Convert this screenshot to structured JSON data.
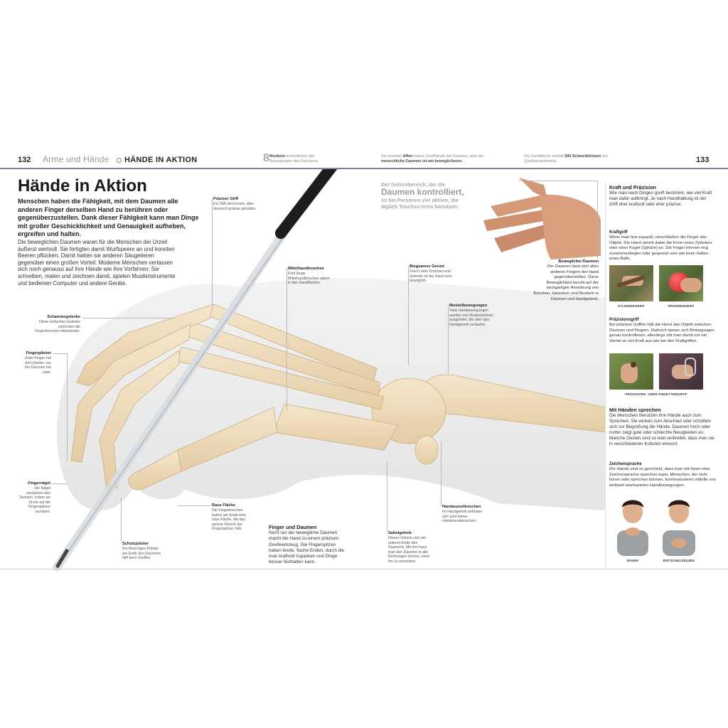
{
  "header": {
    "page_left": "132",
    "category": "Arme und Hände",
    "section": "HÄNDE IN AKTION",
    "page_right": "133",
    "fact1_num": "8",
    "fact1_text_b": "Muskeln",
    "fact1_text": " kontrollieren alle Bewegungen des Daumens.",
    "fact2_a": "Die meisten ",
    "fact2_b": "Affen",
    "fact2_c": " haben Greifhände mit Daumen, aber der ",
    "fact2_d": "menschliche Daumen ist am beweglichsten.",
    "fact3_a": "Die Handfläche enthält ",
    "fact3_b": "500 Schweißdrüsen",
    "fact3_c": " pro Quadratzentimeter."
  },
  "main": {
    "title": "Hände in Aktion",
    "lead": "Menschen haben die Fähigkeit, mit dem Daumen alle anderen Finger derselben Hand zu berühren oder gegenüberzustellen. Dank dieser Fähigkeit kann man Dinge mit großer Geschicklichkeit und Genauigkeit aufheben, ergreifen und halten.",
    "body": "Die beweglichen Daumen waren für die Menschen der Urzeit äußerst wertvoll. Sie fertigten damit Wurfspeere an und konnten Beeren pflücken. Damit hatten sie anderen Säugetieren gegenüber einen großen Vorteil. Moderne Menschen verlassen sich noch genauso auf ihre Hände wie ihre Vorfahren: Sie schreiben, malen und zeichnen damit, spielen Musikinstrumente und bedienen Computer und andere Geräte.",
    "quote_a": "Der Gehirnbereich, der die",
    "quote_big": "Daumen kontrolliert,",
    "quote_b": "ist bei Personen viel aktiver, die täglich Touchscreens benutzen."
  },
  "labels": {
    "praeziser_griff": {
      "h": "Präziser Griff",
      "t": "Ein Stift wird locker, aber dennoch präzise gehalten."
    },
    "mittelhand": {
      "h": "Mittelhandknochen",
      "t": "Fünf lange Mittelhandknochen sitzen in den Handflächen."
    },
    "scharnier": {
      "h": "Scharniergelenke",
      "t": "Diese einfachen Gelenke verbinden die Fingerknochen miteinander."
    },
    "fingerglieder": {
      "h": "Fingerglieder",
      "t": "Jeder Finger hat drei Glieder, nur der Daumen hat zwei."
    },
    "fingernaegel": {
      "h": "Fingernägel",
      "t": "Die Nägel verstärken den Tastsinn, indem sie Druck auf die Fingerspitzen ausüben."
    },
    "raue_flaeche": {
      "h": "Raue Fläche",
      "t": "Die Fingerknochen haben am Ende eine raue Fläche, die das weiche Fleisch der Fingerspitzen hält."
    },
    "schutzpolster": {
      "h": "Schutzpolster",
      "t": "Ein fleischiges Polster am Ende des Daumens hilft beim Greifen."
    },
    "biegsames": {
      "h": "Biegsames Gerüst",
      "t": "Durch viele Knochen und Gelenke ist die Hand sehr beweglich."
    },
    "muskel": {
      "h": "Muskelbewegungen",
      "t": "Viele Handbewegungen werden von Muskelsehnen ausgeführt, die über das Handgelenk verlaufen."
    },
    "sattel": {
      "h": "Sattelgelenk",
      "t": "Dieses Gelenk sitzt am unteren Ende des Daumens. Mit ihm kann man den Daumen in alle Richtungen drehen, ohne ihn zu verrenken."
    },
    "handwurzel": {
      "h": "Handwurzelknochen",
      "t": "Im Handgelenk befinden sich acht kleine Handwurzelknochen."
    },
    "beweglicher": {
      "h": "Beweglicher Daumen",
      "t": "Der Daumen lässt sich allen anderen Fingern der Hand gegenüberstellen. Diese Beweglichkeit beruht auf der einzigartigen Anordnung von Knochen, Gelenken und Muskeln in Daumen und Handgelenk."
    }
  },
  "finger_daumen": {
    "h": "Finger und Daumen",
    "t": "Nicht nur der bewegliche Daumen macht die Hand zu einem präzisen Greifwerkzeug. Die Fingerspitzen haben breite, flache Enden, durch die man kraftvoll zupacken und Dinge besser festhalten kann."
  },
  "sidebar": {
    "kraft_h": "Kraft und Präzision",
    "kraft_t": "Wie man nach Dingen greift bestimmt, wie viel Kraft man dafür aufbringt. Je nach Handhaltung ist der Griff eher kraftvoll oder eher präzise.",
    "kraftgriff_h": "Kraftgriff",
    "kraftgriff_t": "Wenn man fest zupackt, umschließen die Finger das Objekt. Die Hand nimmt dabei die Form eines Zylinders oder einer Kugel (Sphäre) an. Die Finger können eng zusammenliegen oder gespreizt sein wie beim Halten eines Balls.",
    "cap1": "ZYLINDERGRIFF",
    "cap2": "SPHÄRENGRIFF",
    "praez_h": "Präzisionsgriff",
    "praez_t": "Bei präzisen Griffen hält die Hand das Objekt zwischen Daumen und Fingern. Dadurch lassen sich Bewegungen genau kontrollieren, allerdings übt man damit nur ein Viertel so viel Kraft aus wie bei den Kraftgriffen.",
    "cap3": "PRÄZISIONS- ODER PINZETTENGRIFF",
    "sprechen_h": "Mit Händen sprechen",
    "sprechen_t": "Die Menschen benutzen ihre Hände auch zum Sprechen. Sie winken zum Abschied oder schütteln sich zur Begrüßung die Hände. Daumen hoch oder runter zeigt gute oder schlechte Neuigkeiten an. Manche Gesten sind so weit verbreitet, dass man sie in verschiedenen Kulturen erkennt.",
    "zeichen_h": "Zeichensprache",
    "zeichen_t": "Die Hände sind so geschickt, dass man mit ihnen eine Zeichensprache sprechen kann. Menschen, die nicht hören oder sprechen können, kommunizieren mithilfe von weltweit anerkannten Handbewegungen.",
    "cap4": "DANKE",
    "cap5": "ENTSCHULDIGUNG"
  }
}
